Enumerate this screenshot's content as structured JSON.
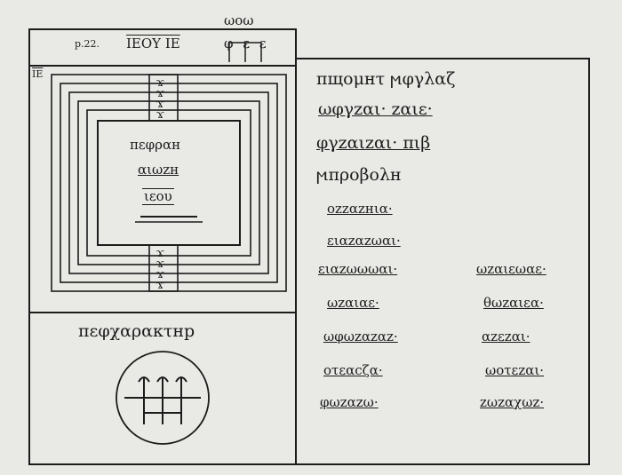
{
  "header": {
    "page_ref": "p.22.",
    "name": "ΙΕΟΥ ΙΕ",
    "top_letters": "ωοω",
    "side_letters": "φ ε ε",
    "corner_mark": "ΙΕ"
  },
  "seal": {
    "name": "πεφραн",
    "line2": "αιωzн",
    "line3": "ιεου",
    "glyph": "ϫ"
  },
  "character": {
    "label": "πεφχαρακτнр"
  },
  "text": {
    "lines": [
      "πщομнτ ϻφγλαζ",
      "ωφγzαι· zαιε·",
      "φγzαιzαι· πιβ",
      "ϻπροβολн",
      "οzzαzнια·",
      "ειαzαzωαι·"
    ],
    "left_col": [
      "ειαzωωωαι·",
      "ωzαιαε·",
      "ωφωzαzαz·",
      "οτεαcζα·",
      "φωzαzω·"
    ],
    "right_col": [
      "ωzαιεωαε·",
      "θωzαιεα·",
      "αzεzαι·",
      "ωοτεzαι·",
      "zωzαχωz·"
    ]
  },
  "colors": {
    "paper": "#e9e9e6",
    "ink": "#1c1c1c"
  }
}
